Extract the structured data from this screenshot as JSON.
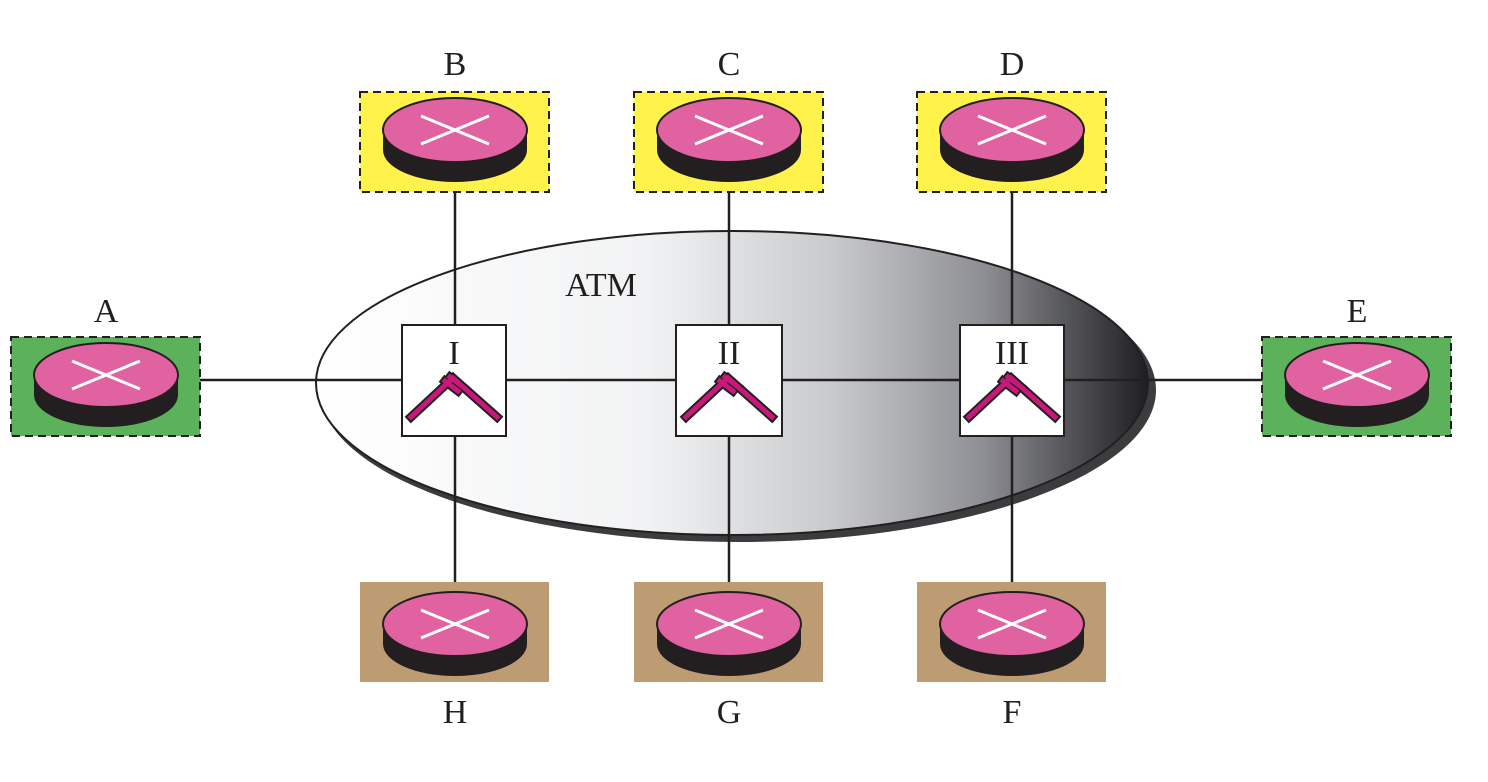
{
  "network": {
    "label": "ATM",
    "colors": {
      "network_fill_light": "#ffffff",
      "network_fill_dark": "#1f1f22",
      "network_shadow": "#3c3c3e",
      "network_outline": "#231f20",
      "link": "#231f20",
      "router_top": "#e062a1",
      "router_side": "#231f20",
      "router_cross": "#ffffff",
      "switch_box": "#ffffff",
      "switch_symbol": "#c8187a"
    }
  },
  "switches": [
    {
      "id": "I",
      "label": "I",
      "icon": "atm-switch-icon"
    },
    {
      "id": "II",
      "label": "II",
      "icon": "atm-switch-icon"
    },
    {
      "id": "III",
      "label": "III",
      "icon": "atm-switch-icon"
    }
  ],
  "routers": [
    {
      "id": "A",
      "label": "A",
      "group": "edge",
      "background": "#5cb25a",
      "border": "dashed",
      "icon": "router-icon",
      "connects_to": "I"
    },
    {
      "id": "B",
      "label": "B",
      "group": "top",
      "background": "#fff24a",
      "border": "dashed",
      "icon": "router-icon",
      "connects_to": "I"
    },
    {
      "id": "C",
      "label": "C",
      "group": "top",
      "background": "#fff24a",
      "border": "dashed",
      "icon": "router-icon",
      "connects_to": "II"
    },
    {
      "id": "D",
      "label": "D",
      "group": "top",
      "background": "#fff24a",
      "border": "dashed",
      "icon": "router-icon",
      "connects_to": "III"
    },
    {
      "id": "E",
      "label": "E",
      "group": "edge",
      "background": "#5cb25a",
      "border": "dashed",
      "icon": "router-icon",
      "connects_to": "III"
    },
    {
      "id": "F",
      "label": "F",
      "group": "bottom",
      "background": "#bd9c73",
      "border": "none",
      "icon": "router-icon",
      "connects_to": "III"
    },
    {
      "id": "G",
      "label": "G",
      "group": "bottom",
      "background": "#bd9c73",
      "border": "none",
      "icon": "router-icon",
      "connects_to": "II"
    },
    {
      "id": "H",
      "label": "H",
      "group": "bottom",
      "background": "#bd9c73",
      "border": "none",
      "icon": "router-icon",
      "connects_to": "I"
    }
  ],
  "switch_links": [
    {
      "from": "I",
      "to": "II"
    },
    {
      "from": "II",
      "to": "III"
    }
  ]
}
